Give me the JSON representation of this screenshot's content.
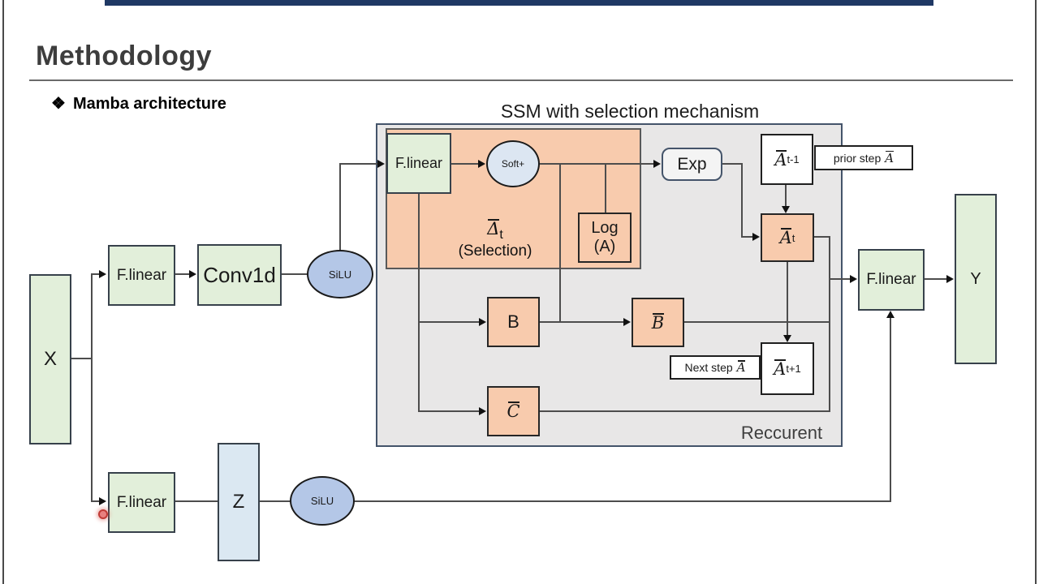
{
  "header": {
    "title": "Methodology",
    "bullet_glyph": "❖",
    "bullet_label": "Mamba architecture"
  },
  "diagram": {
    "title": "SSM with selection mechanism",
    "panel_label": "Reccurent",
    "selection": {
      "delta_base": "Δ",
      "delta_sub": "t",
      "caption": "(Selection)"
    },
    "nodes": {
      "x": "X",
      "flinear1": "F.linear",
      "conv1d": "Conv1d",
      "silu1": "SiLU",
      "flinear_ssm": "F.linear",
      "softplus": "Soft+",
      "log_a_line1": "Log",
      "log_a_line2": "(A)",
      "exp": "Exp",
      "a_prev": {
        "base": "A",
        "sub": "t-1"
      },
      "a_t": {
        "base": "A",
        "sub": "t"
      },
      "a_next": {
        "base": "A",
        "sub": "t+1"
      },
      "b": "B",
      "b_bar": {
        "base": "B"
      },
      "c_bar": {
        "base": "C"
      },
      "prior_label": {
        "text": "prior step",
        "sym": "A"
      },
      "next_label": {
        "text": "Next step",
        "sym": "A"
      },
      "flinear2": "F.linear",
      "z": "Z",
      "silu2": "SiLU",
      "flinear_out": "F.linear",
      "y": "Y"
    },
    "colors": {
      "top_bar": "#1f3864",
      "green_fill": "#e2efda",
      "orange_fill": "#f8cbad",
      "silu_fill": "#b4c7e7",
      "softplus_fill": "#dce6f2",
      "z_fill": "#dbe8f2",
      "panel_fill": "#e8e7e7",
      "exp_fill": "#f4f4f4"
    }
  }
}
